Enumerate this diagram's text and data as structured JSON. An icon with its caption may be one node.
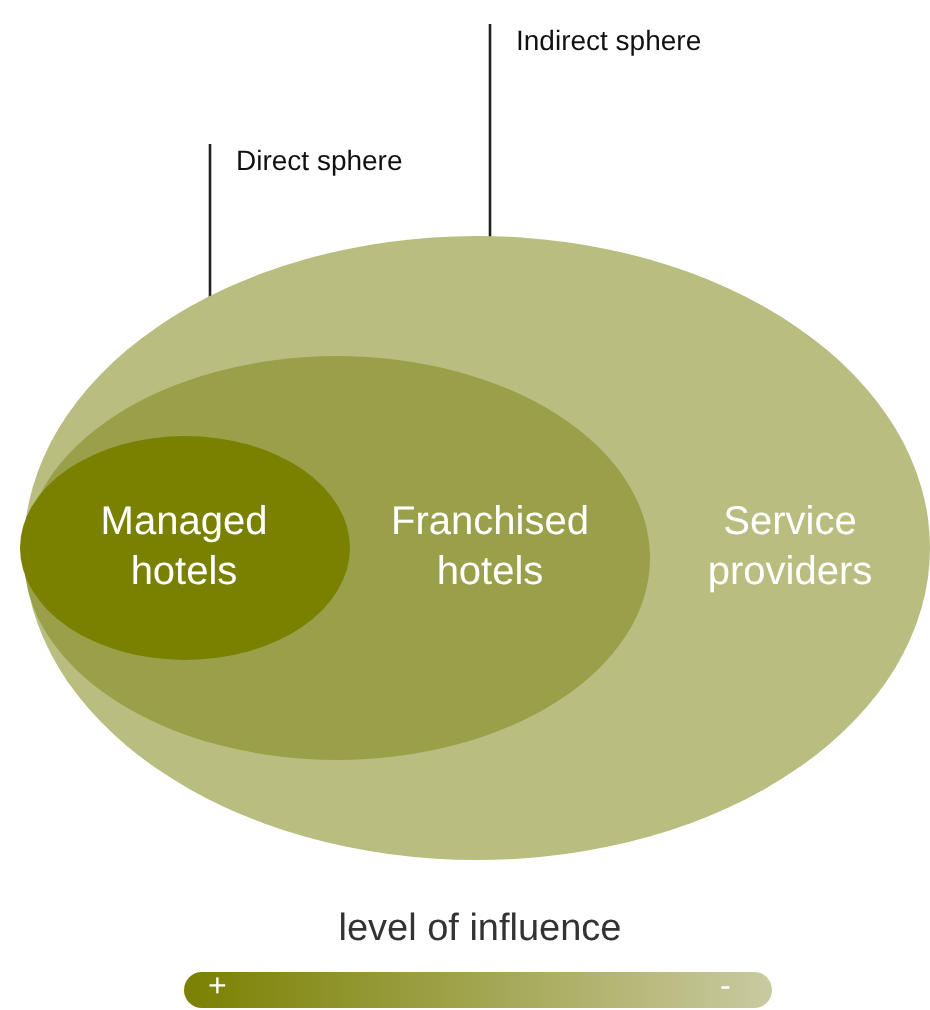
{
  "diagram": {
    "nodes": [
      {
        "text": [
          "Service providers"
        ]
      },
      {
        "text": [
          "Franchised hotels"
        ],
        "in": 0
      },
      {
        "text": [
          "Managed hotels"
        ],
        "in": 1
      },
      {
        "text": [
          "Indirect sphere"
        ]
      },
      {
        "text": [
          "Direct sphere"
        ]
      }
    ],
    "edges": [
      {
        "from": 3,
        "to": 0,
        "arrow": "none"
      },
      {
        "from": 4,
        "to": 1,
        "arrow": "none"
      }
    ],
    "labels": [
      "level of influence",
      "+",
      "-"
    ]
  }
}
